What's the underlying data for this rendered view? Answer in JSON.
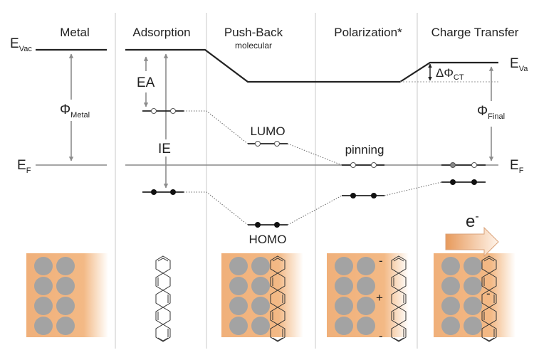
{
  "headers": {
    "metal": "Metal",
    "adsorption": "Adsorption",
    "push_back": "Push-Back",
    "push_back_sub": "molecular",
    "polarization": "Polarization*",
    "charge_transfer": "Charge Transfer"
  },
  "levels": {
    "e_vac_main": "E",
    "e_vac_sub": "Vac",
    "e_vac_right_main": "E",
    "e_vac_right_sub": "Va",
    "e_f_main": "E",
    "e_f_sub": "F",
    "e_f_right_main": "E",
    "e_f_right_sub": "F"
  },
  "labels": {
    "phi_metal_main": "Φ",
    "phi_metal_sub": "Metal",
    "ea": "EA",
    "ie": "IE",
    "lumo": "LUMO",
    "homo": "HOMO",
    "pinning": "pinning",
    "delta_phi_main": "ΔΦ",
    "delta_phi_sub": "CT",
    "phi_final_main": "Φ",
    "phi_final_sub": "Final",
    "electron": "e",
    "electron_sup": "-",
    "minus_top": "-",
    "plus_mid": "+",
    "minus_bottom": "-",
    "minus_ct": "-"
  },
  "colors": {
    "metal_sphere": "#a3a3a3",
    "metal_glow": "#f0b07a",
    "arrow_gray": "#8c8c8c",
    "line_dark": "#222222",
    "divider": "#c8c8c8"
  }
}
